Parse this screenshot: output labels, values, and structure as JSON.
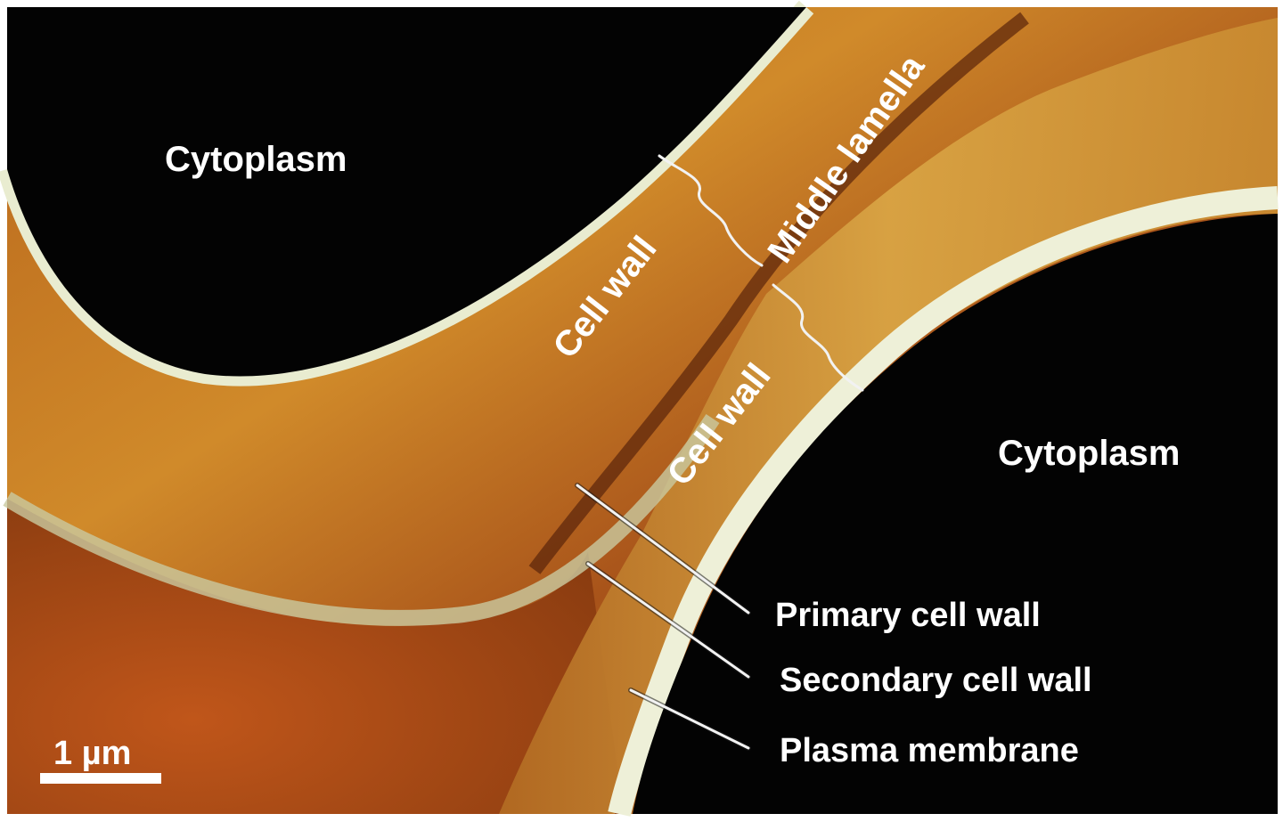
{
  "labels": {
    "cytoplasm_upper": "Cytoplasm",
    "cytoplasm_lower": "Cytoplasm",
    "cell_wall_upper": "Cell wall",
    "cell_wall_lower": "Cell wall",
    "middle_lamella": "Middle lamella",
    "primary_cell_wall": "Primary cell wall",
    "secondary_cell_wall": "Secondary cell wall",
    "plasma_membrane": "Plasma membrane"
  },
  "scale_bar": {
    "label": "1 µm"
  },
  "colors": {
    "cytoplasm": "#030303",
    "wall_dark": "#7a3a0c",
    "wall_mid": "#c06a1c",
    "wall_light": "#e3b04a",
    "membrane": "#eef0d8",
    "label": "#ffffff"
  }
}
